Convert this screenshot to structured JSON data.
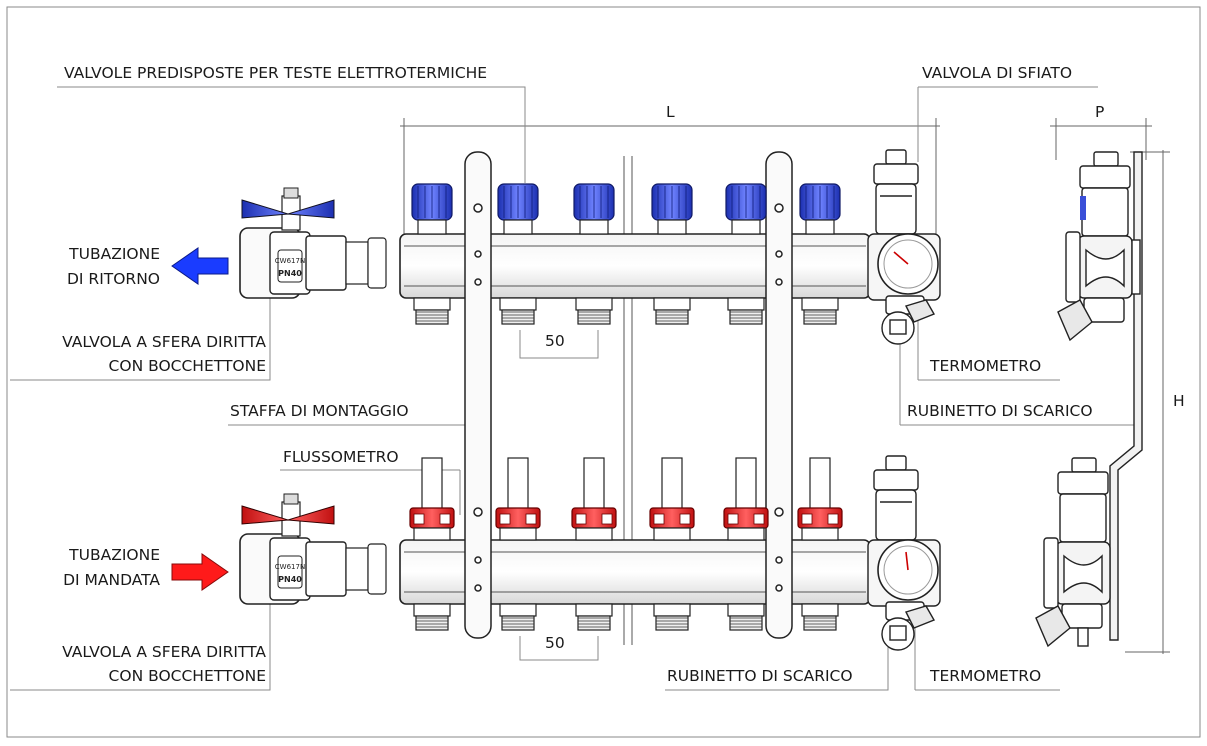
{
  "labels": {
    "top_valves": "VALVOLE PREDISPOSTE PER TESTE ELETTROTERMICHE",
    "vent_valve": "VALVOLA DI SFIATO",
    "dim_L": "L",
    "dim_P": "P",
    "dim_H": "H",
    "return_pipe_1": "TUBAZIONE",
    "return_pipe_2": "DI RITORNO",
    "ball_valve_top_1": "VALVOLA A SFERA DIRITTA",
    "ball_valve_top_2": "CON BOCCHETTONE",
    "pitch_top": "50",
    "thermometer_top": "TERMOMETRO",
    "drain_top": "RUBINETTO DI SCARICO",
    "bracket": "STAFFA DI MONTAGGIO",
    "flowmeter": "FLUSSOMETRO",
    "supply_pipe_1": "TUBAZIONE",
    "supply_pipe_2": "DI MANDATA",
    "ball_valve_bottom_1": "VALVOLA A SFERA DIRITTA",
    "ball_valve_bottom_2": "CON BOCCHETTONE",
    "pitch_bottom": "50",
    "drain_bottom": "RUBINETTO DI SCARICO",
    "thermometer_bottom": "TERMOMETRO",
    "valve_body_code": "CW617N",
    "valve_body_pn": "PN40"
  },
  "colors": {
    "return_arrow": "#1a3cff",
    "supply_arrow": "#ff1a1a",
    "valve_caps_top": "#3a4fd8",
    "flowmeter_caps": "#e02020",
    "line": "#222222",
    "leader": "#888888"
  }
}
